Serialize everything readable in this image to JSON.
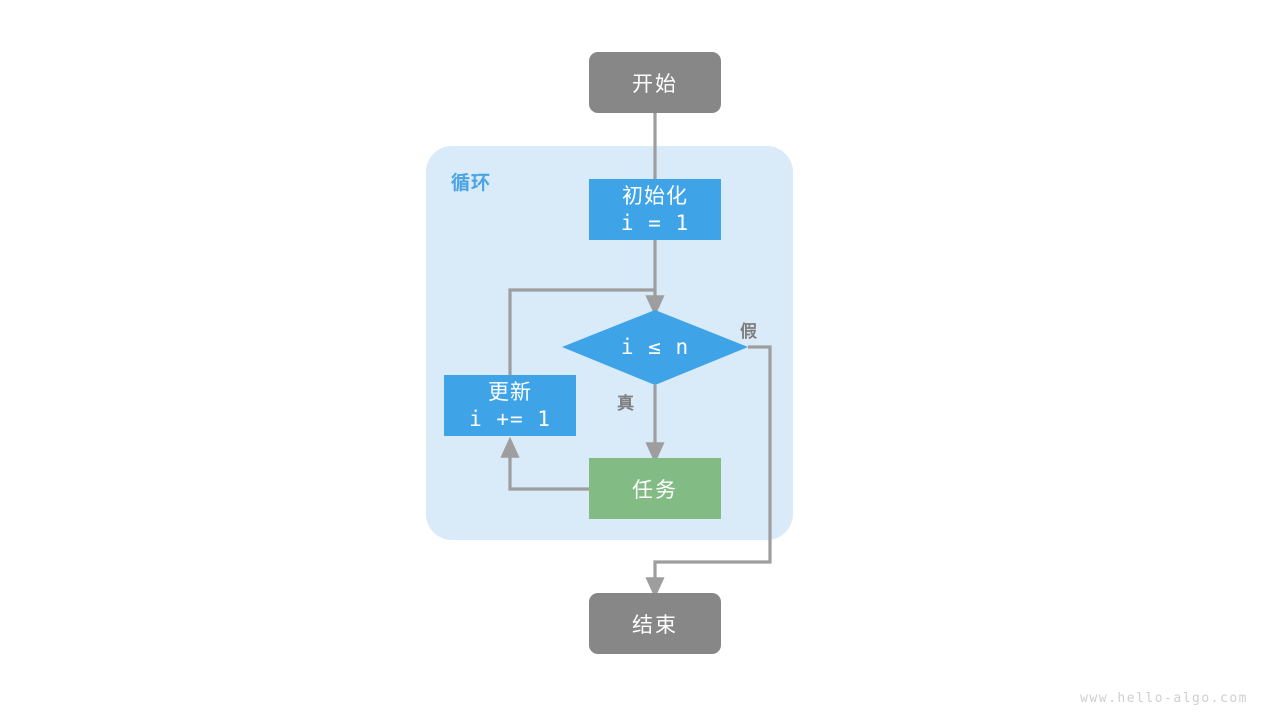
{
  "diagram": {
    "title": "for-loop-flowchart",
    "colors": {
      "background": "#ffffff",
      "terminal": "#878787",
      "process": "#3fa3e8",
      "task": "#83bb85",
      "loop_container": "#d9eaf9",
      "edge": "#9e9e9e",
      "loop_title": "#4ba3e3",
      "edge_label": "#808080",
      "watermark": "#cfcfcf",
      "node_text": "#ffffff"
    },
    "nodes": {
      "start": {
        "label": "开始",
        "shape": "rounded-rect"
      },
      "init": {
        "label_line1": "初始化",
        "label_line2": "i = 1",
        "shape": "rect"
      },
      "condition": {
        "label": "i ≤ n",
        "shape": "diamond"
      },
      "update": {
        "label_line1": "更新",
        "label_line2": "i += 1",
        "shape": "rect"
      },
      "task": {
        "label": "任务",
        "shape": "rect"
      },
      "end": {
        "label": "结束",
        "shape": "rounded-rect"
      }
    },
    "loop_container": {
      "label": "循环"
    },
    "edge_labels": {
      "true": "真",
      "false": "假"
    },
    "watermark": "www.hello-algo.com"
  }
}
